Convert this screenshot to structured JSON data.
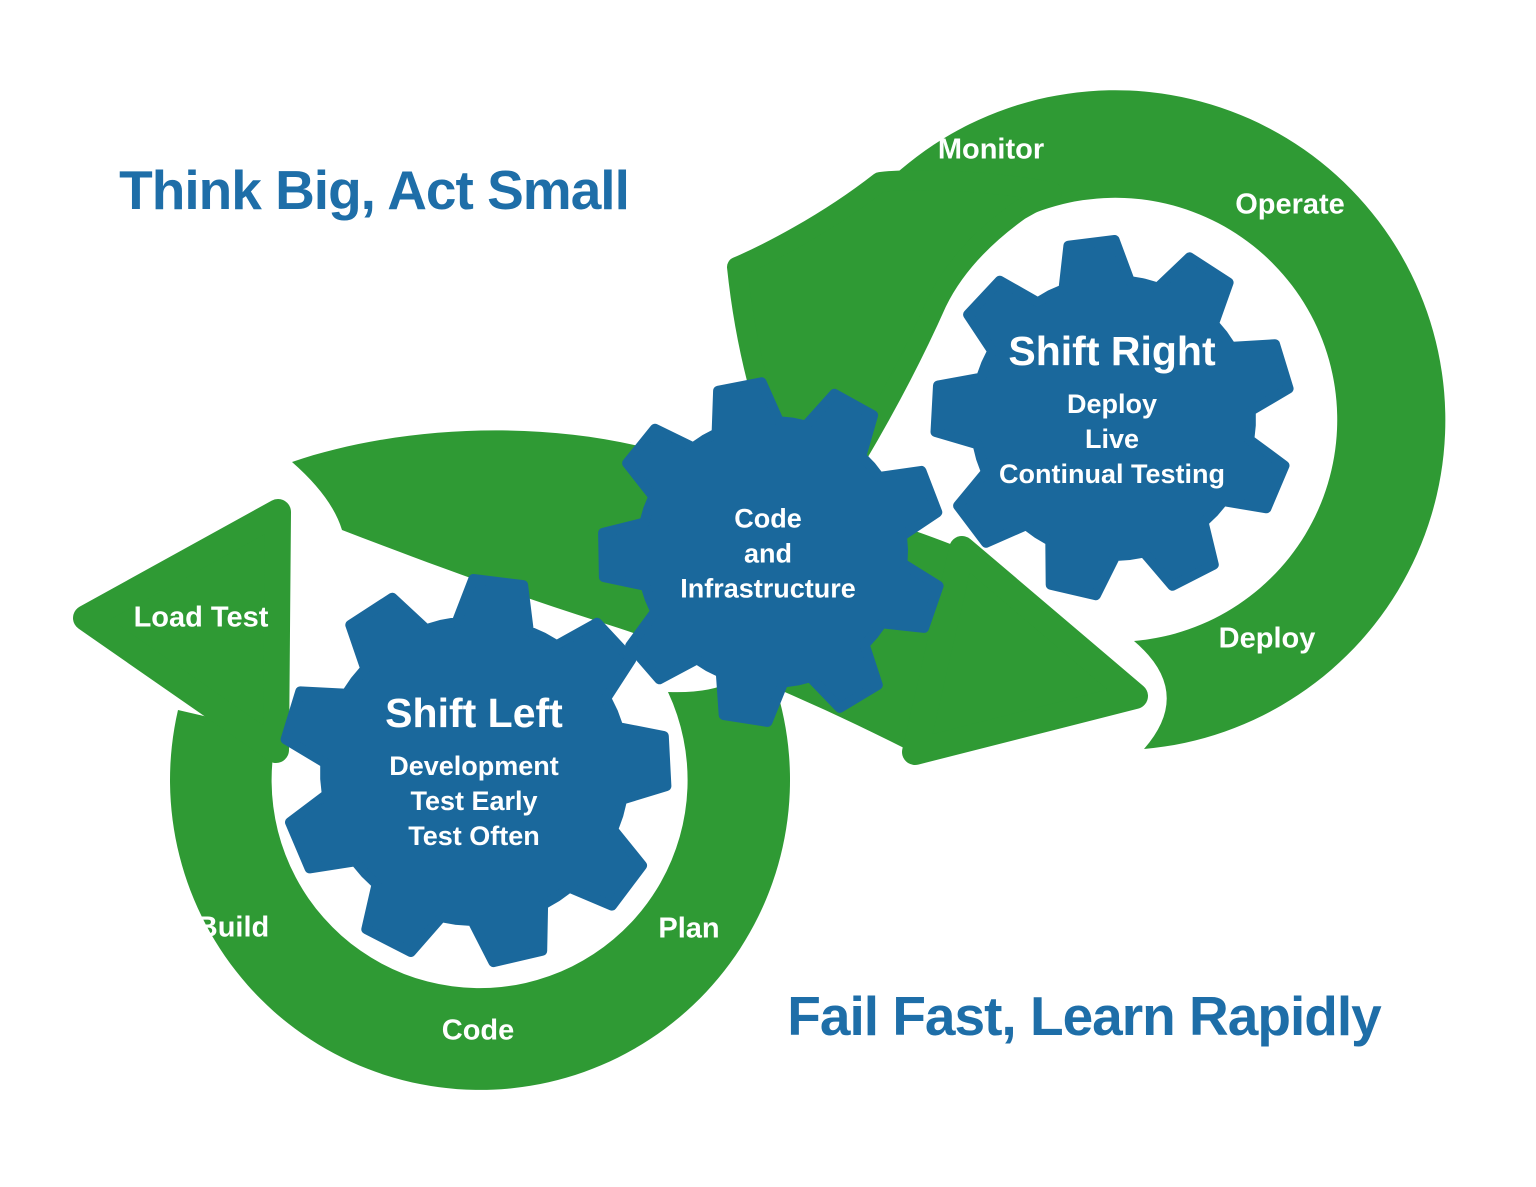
{
  "titles": {
    "top_left": "Think Big, Act Small",
    "bottom_right": "Fail Fast, Learn Rapidly"
  },
  "colors": {
    "loop_green": "#2f9a34",
    "gear_blue": "#1a689c",
    "title_blue": "#1e6ea8",
    "label_white": "#ffffff",
    "background": "#ffffff"
  },
  "left_loop": {
    "labels": {
      "load_test": "Load Test",
      "build": "Build",
      "code": "Code",
      "plan": "Plan"
    }
  },
  "right_loop": {
    "labels": {
      "monitor": "Monitor",
      "operate": "Operate",
      "deploy": "Deploy"
    }
  },
  "gears": {
    "shift_left": {
      "title": "Shift Left",
      "lines": [
        "Development",
        "Test Early",
        "Test Often"
      ]
    },
    "code_infrastructure": {
      "lines": [
        "Code",
        "and",
        "Infrastructure"
      ]
    },
    "shift_right": {
      "title": "Shift Right",
      "lines": [
        "Deploy",
        "Live",
        "Continual Testing"
      ]
    }
  }
}
